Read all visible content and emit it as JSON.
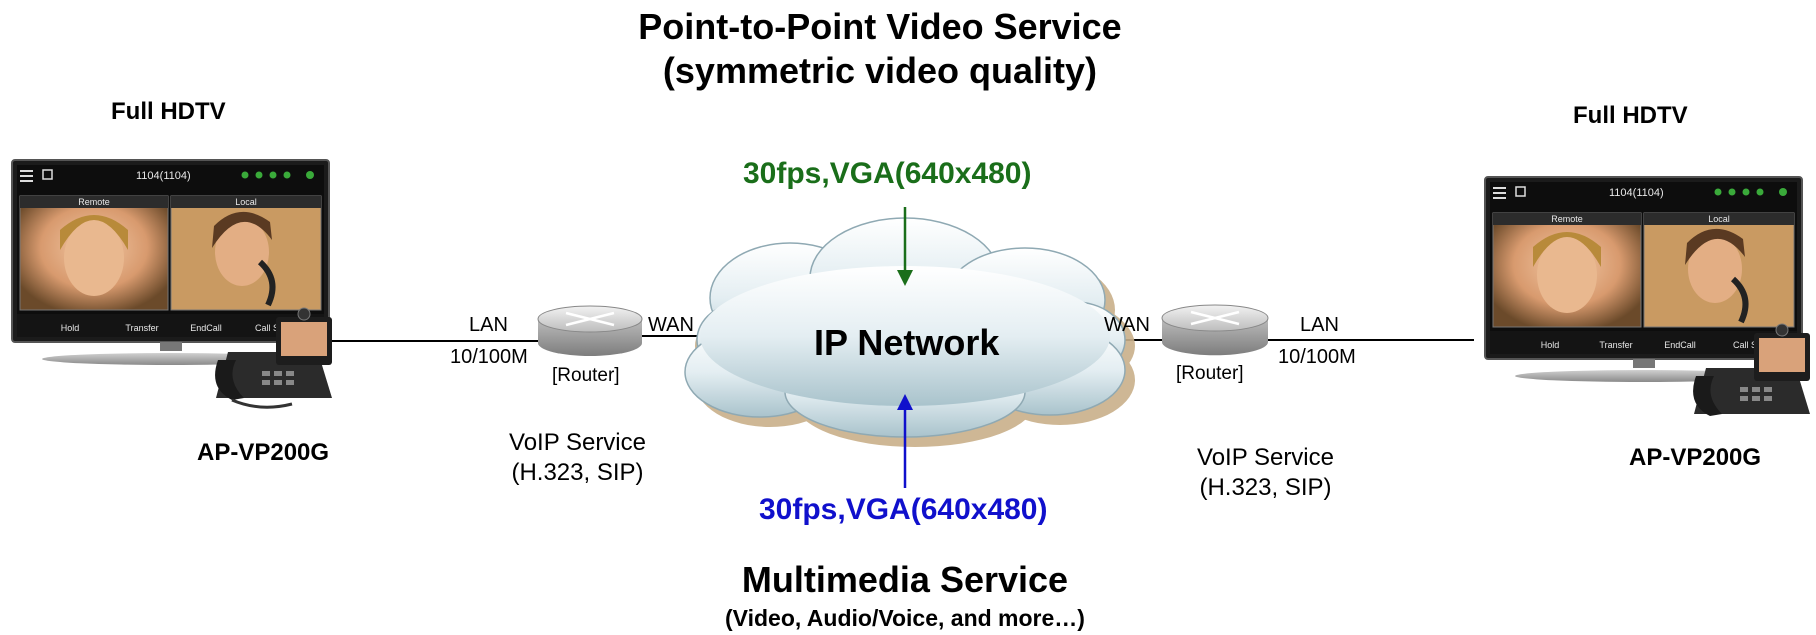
{
  "title": {
    "line1": "Point-to-Point Video Service",
    "line2": "(symmetric video quality)"
  },
  "left": {
    "display_label": "Full HDTV",
    "device_label": "AP-VP200G",
    "screen": {
      "caller_id": "1104(1104)",
      "pane_left": "Remote",
      "pane_right": "Local",
      "buttons": [
        "Hold",
        "Transfer",
        "EndCall",
        "Call St..."
      ]
    },
    "lan": "LAN",
    "speed": "10/100M",
    "router": "[Router]",
    "wan": "WAN",
    "voip": {
      "line1": "VoIP Service",
      "line2": "(H.323, SIP)"
    }
  },
  "right": {
    "display_label": "Full HDTV",
    "device_label": "AP-VP200G",
    "screen": {
      "caller_id": "1104(1104)",
      "pane_left": "Remote",
      "pane_right": "Local",
      "buttons": [
        "Hold",
        "Transfer",
        "EndCall",
        "Call St..."
      ]
    },
    "lan": "LAN",
    "speed": "10/100M",
    "router": "[Router]",
    "wan": "WAN",
    "voip": {
      "line1": "VoIP Service",
      "line2": "(H.323, SIP)"
    }
  },
  "network": {
    "label": "IP Network"
  },
  "stream_top": {
    "label": "30fps,VGA(640x480)",
    "color": "#1a6e1a"
  },
  "stream_bottom": {
    "label": "30fps,VGA(640x480)",
    "color": "#1010cc"
  },
  "footer": {
    "line1": "Multimedia Service",
    "line2": "(Video, Audio/Voice, and more…)"
  },
  "icons": [
    "monitor-icon",
    "video-phone-icon",
    "router-icon",
    "cloud-icon",
    "arrow-down-icon",
    "arrow-up-icon"
  ]
}
